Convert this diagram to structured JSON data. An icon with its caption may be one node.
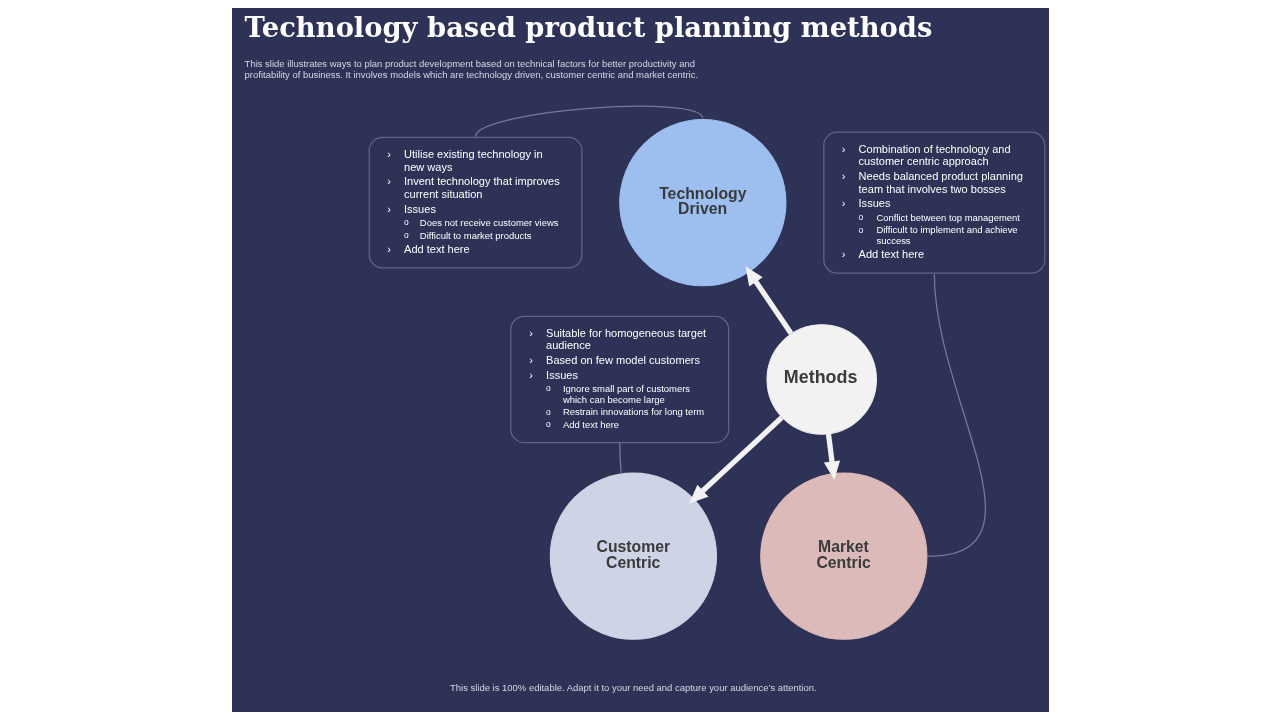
{
  "diagram": {
    "title": "Technology based product planning methods",
    "nodes": [
      {
        "text": [
          "› Utilise existing technology in new ways",
          "› Invent technology that improves current situation",
          "› Issues",
          "o Does not receive customer views",
          "o Difficult to market products",
          "› Add text here"
        ]
      },
      {
        "text": [
          "Technology Driven"
        ]
      },
      {
        "text": [
          "› Combination of technology and customer centric approach",
          "› Needs balanced product planning team that involves two bosses",
          "› Issues",
          "o Conflict between top management",
          "o Difficult to implement and achieve success",
          "› Add text here"
        ]
      },
      {
        "text": [
          "Methods"
        ]
      },
      {
        "text": [
          "Customer Centric"
        ]
      },
      {
        "text": [
          "Market Centric"
        ]
      },
      {
        "text": [
          "› Suitable for homogeneous target audience",
          "› Based on few model customers",
          "› Issues",
          "o Ignore small part of customers which can become large",
          "o Restrain innovations for long term",
          "o Add text here"
        ]
      }
    ],
    "edges": [
      {
        "from": 3,
        "to": 1,
        "arrow": "to",
        "style": "thick",
        "color": "#f2f2f2"
      },
      {
        "from": 3,
        "to": 5,
        "arrow": "to",
        "style": "thick",
        "color": "#f2f2f2"
      },
      {
        "from": 3,
        "to": 4,
        "arrow": "to",
        "style": "thick",
        "color": "#f2f2f2"
      },
      {
        "from": 0,
        "to": 1,
        "arrow": "none",
        "color": "#767a99"
      },
      {
        "from": 2,
        "to": 5,
        "arrow": "none",
        "color": "#767a99"
      },
      {
        "from": 6,
        "to": 4,
        "arrow": "none",
        "color": "#767a99"
      }
    ],
    "labels": [
      "This slide illustrates ways to plan product development based on technical factors for better productivity and profitability of business. It involves models which are technology driven, customer centric and market centric.",
      "This slide is 100% editable. Adapt it to your need and capture your audience’s attention."
    ]
  }
}
